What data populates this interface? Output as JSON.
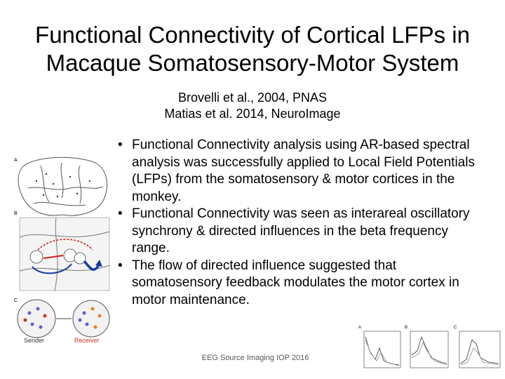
{
  "title": {
    "line1": "Functional Connectivity of Cortical LFPs in",
    "line2": "Macaque Somatosensory-Motor System"
  },
  "citations": [
    "Brovelli et al., 2004, PNAS",
    "Matias et al. 2014, NeuroImage"
  ],
  "bullets": [
    "Functional Connectivity analysis using AR-based spectral analysis was successfully applied to Local Field Potentials (LFPs) from the somatosensory & motor cortices in the monkey.",
    "Functional Connectivity was seen as interareal oscillatory synchrony & directed influences in the beta frequency range.",
    "The flow of directed influence suggested that somatosensory feedback modulates the motor cortex in motor maintenance."
  ],
  "bullet_symbol": "•",
  "footer": "EEG Source Imaging IOP 2016",
  "left_figure": {
    "panel_labels": [
      "A",
      "B",
      "C"
    ],
    "sender_label": "Sender",
    "receiver_label": "Receiver",
    "colors": {
      "red_arrow": "#d22020",
      "blue_arrow": "#1a3a9a",
      "receiver_text": "#c0392b"
    }
  },
  "right_figure": {
    "panel_labels": [
      "A",
      "B",
      "C"
    ]
  }
}
